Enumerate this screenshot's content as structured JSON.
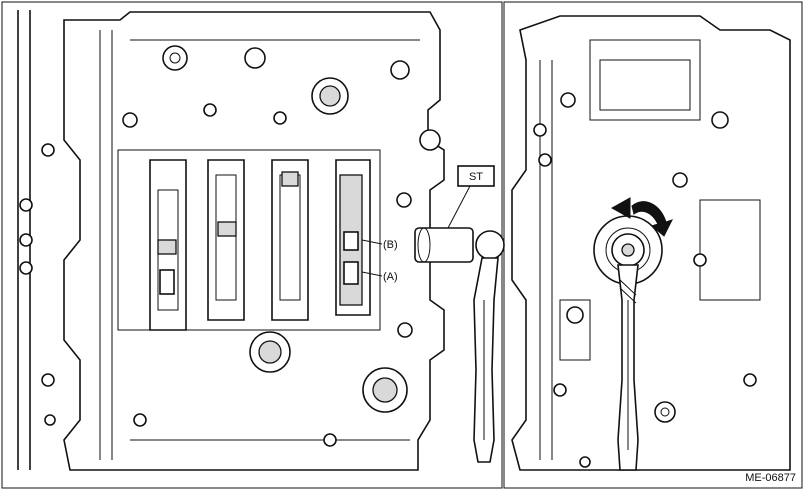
{
  "labels": {
    "st": "ST",
    "b": "(B)",
    "a": "(A)",
    "figure_code": "ME-06877"
  },
  "icons": {
    "rotation_arrow": "curved-arrow-icon"
  },
  "colors": {
    "ink": "#111111",
    "background": "#ffffff",
    "shade": "#d9d9d9"
  }
}
